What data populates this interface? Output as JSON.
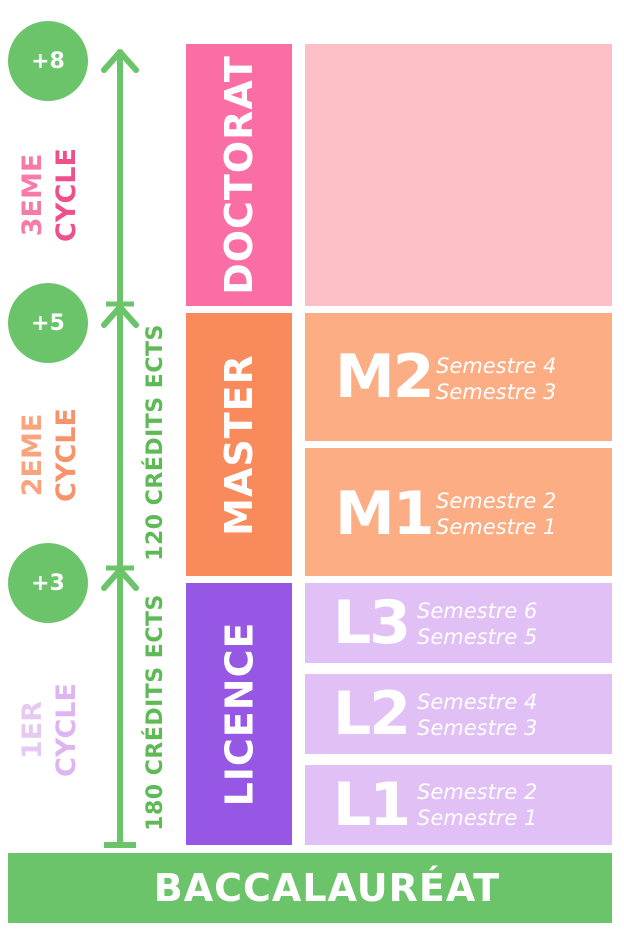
{
  "circles": {
    "plus8": "+8",
    "plus5": "+5",
    "plus3": "+3"
  },
  "cycles": {
    "third": {
      "line1": "3EME",
      "line2": "CYCLE"
    },
    "second": {
      "line1": "2EME",
      "line2": "CYCLE"
    },
    "first": {
      "line1": "1ER",
      "line2": "CYCLE"
    }
  },
  "credits": {
    "master": "120 CRÉDITS ECTS",
    "licence": "180 CRÉDITS ECTS"
  },
  "levels": {
    "doctorat": "DOCTORAT",
    "master": "MASTER",
    "licence": "LICENCE"
  },
  "years": [
    {
      "code": "M2",
      "semesters": [
        "Semestre 4",
        "Semestre 3"
      ]
    },
    {
      "code": "M1",
      "semesters": [
        "Semestre 2",
        "Semestre 1"
      ]
    },
    {
      "code": "L3",
      "semesters": [
        "Semestre 6",
        "Semestre 5"
      ]
    },
    {
      "code": "L2",
      "semesters": [
        "Semestre 4",
        "Semestre 3"
      ]
    },
    {
      "code": "L1",
      "semesters": [
        "Semestre 2",
        "Semestre 1"
      ]
    }
  ],
  "baccalaureat": "BACCALAURÉAT",
  "colors": {
    "green": "#6bc46a",
    "doctorat": "#fb6ea5",
    "doctorat_light": "#fdbfc6",
    "master": "#f98a5c",
    "master_light": "#fcad84",
    "licence": "#9757e5",
    "licence_light": "#e1c0f5",
    "cycle3_line1": "#f77aa8",
    "cycle3_line2": "#f04f8d",
    "cycle2_line1": "#fba37d",
    "cycle2_line2": "#f7936b",
    "cycle1_line1": "#e6c9f3",
    "cycle1_line2": "#ddb5f2"
  }
}
